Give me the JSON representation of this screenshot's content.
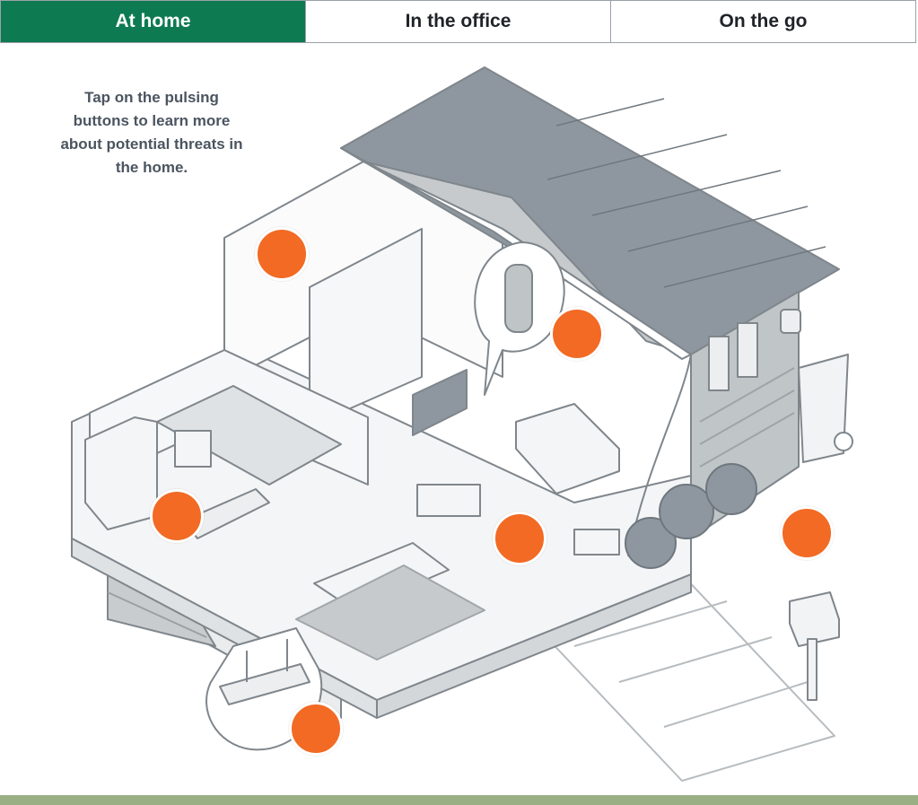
{
  "tabs": [
    {
      "label": "At home",
      "active": true
    },
    {
      "label": "In the office",
      "active": false
    },
    {
      "label": "On the go",
      "active": false
    }
  ],
  "intro_text": "Tap on the pulsing buttons to learn more about potential threats in the home.",
  "colors": {
    "active_tab": "#0e7a52",
    "hotspot": "#f26a24",
    "roof": "#8e979f",
    "footer_bar": "#9ab084"
  },
  "hotspots": [
    {
      "name": "home-office"
    },
    {
      "name": "smart-speaker"
    },
    {
      "name": "kitchen-laptop"
    },
    {
      "name": "living-room"
    },
    {
      "name": "security-camera"
    },
    {
      "name": "router"
    }
  ]
}
